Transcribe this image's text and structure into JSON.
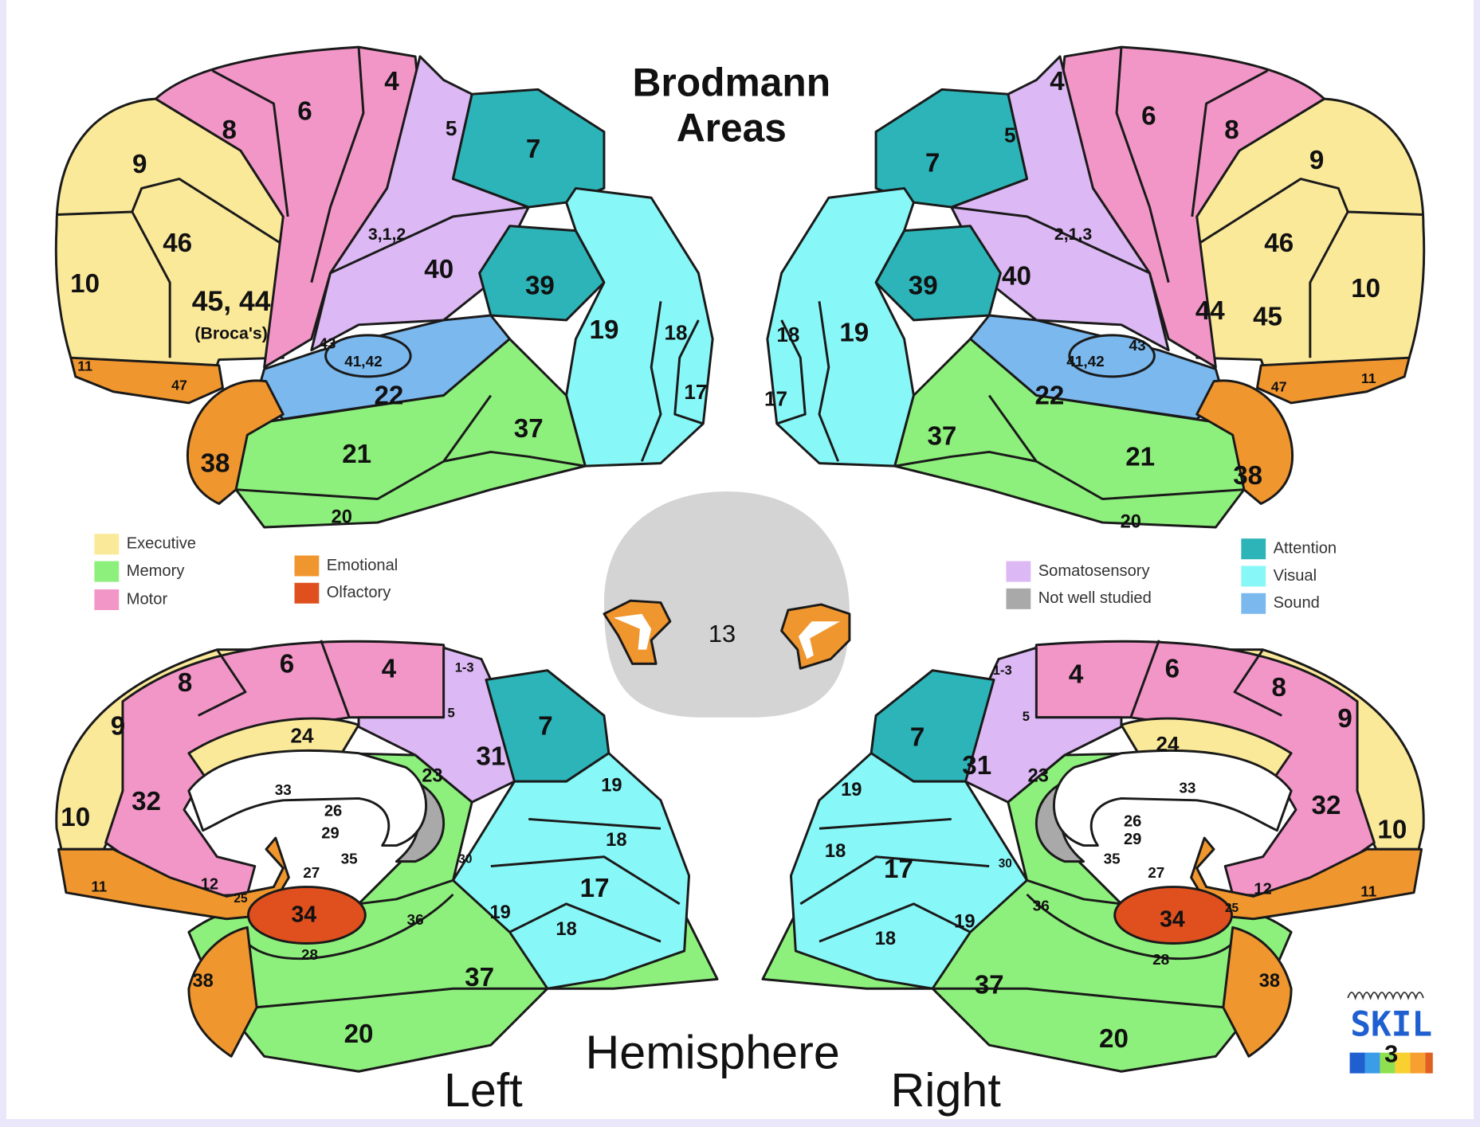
{
  "title": {
    "line1": "Brodmann",
    "line2": "Areas"
  },
  "caption": {
    "hemisphere": "Hemisphere",
    "left": "Left",
    "right": "Right"
  },
  "center_slice": {
    "label": "13"
  },
  "legend": [
    {
      "label": "Executive",
      "color": "#fbe99a"
    },
    {
      "label": "Memory",
      "color": "#8ef07c"
    },
    {
      "label": "Motor",
      "color": "#f296c8"
    },
    {
      "label": "Emotional",
      "color": "#f0962e"
    },
    {
      "label": "Olfactory",
      "color": "#e0501e"
    },
    {
      "label": "Somatosensory",
      "color": "#dcb8f4"
    },
    {
      "label": "Not well studied",
      "color": "#a9a9a9"
    },
    {
      "label": "Attention",
      "color": "#2cb4b8"
    },
    {
      "label": "Visual",
      "color": "#88f7f7"
    },
    {
      "label": "Sound",
      "color": "#7ab8ee"
    }
  ],
  "lateral_left": [
    "4",
    "6",
    "8",
    "9",
    "5",
    "7",
    "3,1,2",
    "46",
    "10",
    "40",
    "39",
    "45, 44",
    "(Broca's)",
    "19",
    "18",
    "43",
    "41,42",
    "11",
    "47",
    "22",
    "17",
    "37",
    "21",
    "38",
    "20"
  ],
  "lateral_right": [
    "4",
    "5",
    "6",
    "8",
    "9",
    "7",
    "2,1,3",
    "46",
    "10",
    "39",
    "40",
    "44",
    "45",
    "18",
    "19",
    "41,42",
    "43",
    "17",
    "22",
    "47",
    "11",
    "37",
    "21",
    "38",
    "20"
  ],
  "medial_left": [
    "6",
    "4",
    "1-3",
    "8",
    "5",
    "7",
    "9",
    "24",
    "31",
    "33",
    "23",
    "19",
    "32",
    "10",
    "26",
    "29",
    "18",
    "35",
    "30",
    "27",
    "11",
    "12",
    "25",
    "17",
    "34",
    "36",
    "19",
    "18",
    "28",
    "37",
    "38",
    "20"
  ],
  "medial_right": [
    "1-3",
    "4",
    "6",
    "8",
    "5",
    "9",
    "7",
    "24",
    "31",
    "23",
    "33",
    "32",
    "10",
    "19",
    "26",
    "29",
    "18",
    "17",
    "30",
    "35",
    "27",
    "36",
    "12",
    "11",
    "25",
    "19",
    "34",
    "18",
    "28",
    "37",
    "38",
    "20"
  ],
  "logo": {
    "text": "SKIL",
    "number": "3"
  }
}
